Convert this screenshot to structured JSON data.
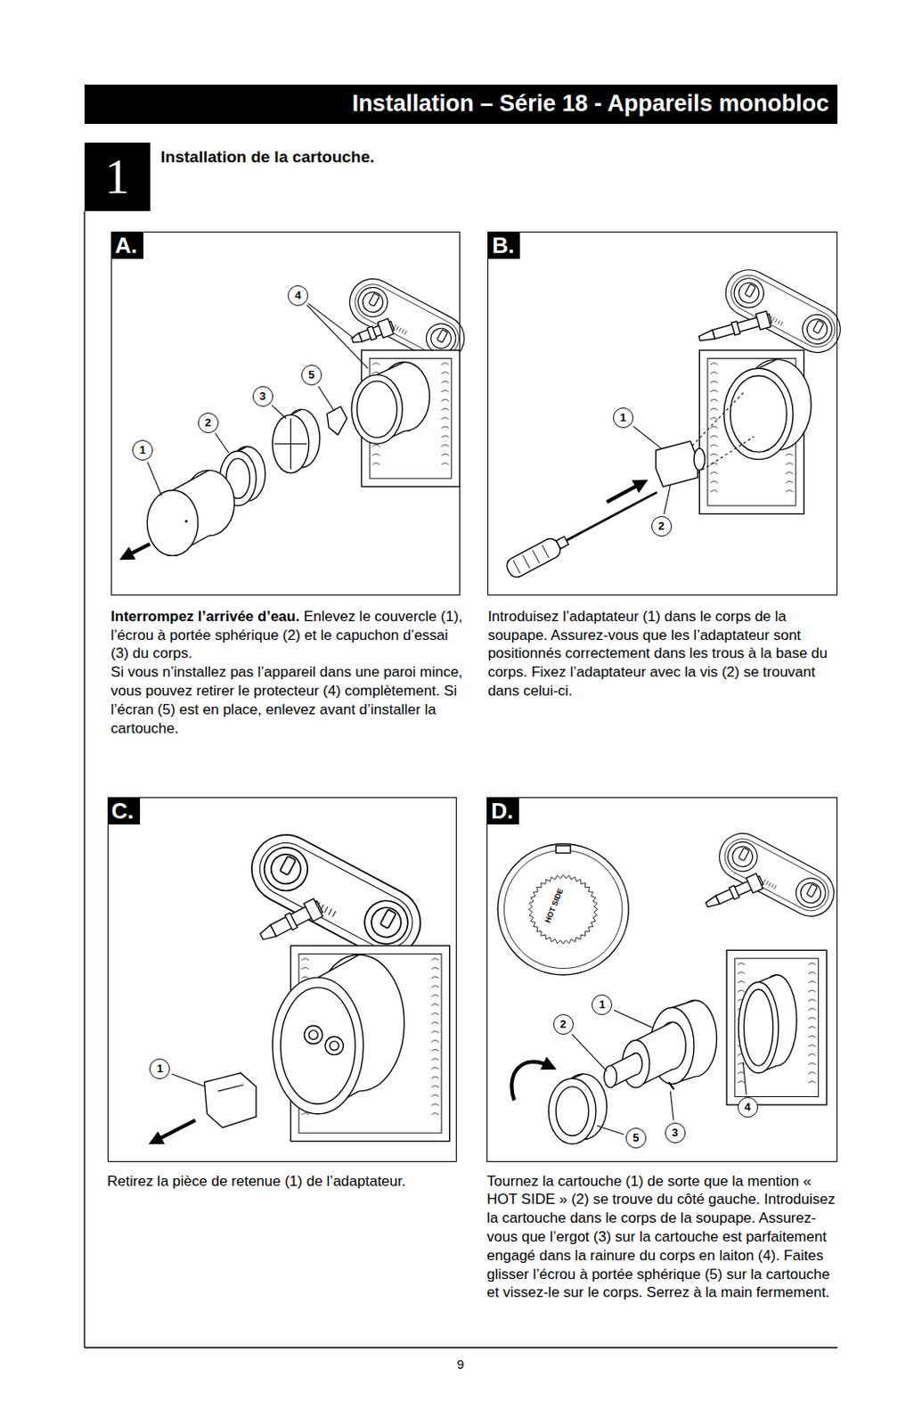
{
  "diagram": {
    "title": "Installation – Série 18 - Appareils monobloc",
    "nodes": [
      {
        "text": [
          "1",
          "Installation de la cartouche."
        ]
      },
      {
        "text": [
          "A."
        ]
      },
      {
        "text": [
          "B."
        ]
      },
      {
        "text": [
          "C."
        ]
      },
      {
        "text": [
          "D."
        ]
      }
    ],
    "labels": [
      "Interrompez l’arrivée d’eau.",
      "Enlevez le couvercle (1), l’écrou à portée sphérique (2) et le capuchon d’essai (3) du corps.",
      "Si vous n’installez pas l’appareil dans une paroi mince, vous pouvez retirer le protecteur (4) complètement. Si l’écran (5) est en place, enlevez avant d’installer la cartouche.",
      "Introduisez l’adaptateur (1) dans le corps de la soupape. Assurez-vous que les l’adaptateur sont positionnés correctement dans les trous à la base du corps. Fixez l’adaptateur avec la vis (2) se trouvant dans celui-ci.",
      "Retirez la pièce de retenue (1) de l’adaptateur.",
      "Tournez la cartouche (1) de sorte que la mention « HOT SIDE » (2) se trouve du côté gauche. Introduisez la cartouche dans le corps de la soupape. Assurez-vous que l’ergot (3) sur la cartouche est parfaitement engagé dans la rainure du corps en laiton (4). Faites glisser l’écrou à portée sphérique (5) sur la cartouche et vissez-le sur le corps. Serrez à la main fermement.",
      "4",
      "5",
      "3",
      "2",
      "1",
      "1",
      "2",
      "1",
      "1",
      "2",
      "4",
      "5",
      "3",
      "HOT SIDE",
      "9"
    ]
  }
}
